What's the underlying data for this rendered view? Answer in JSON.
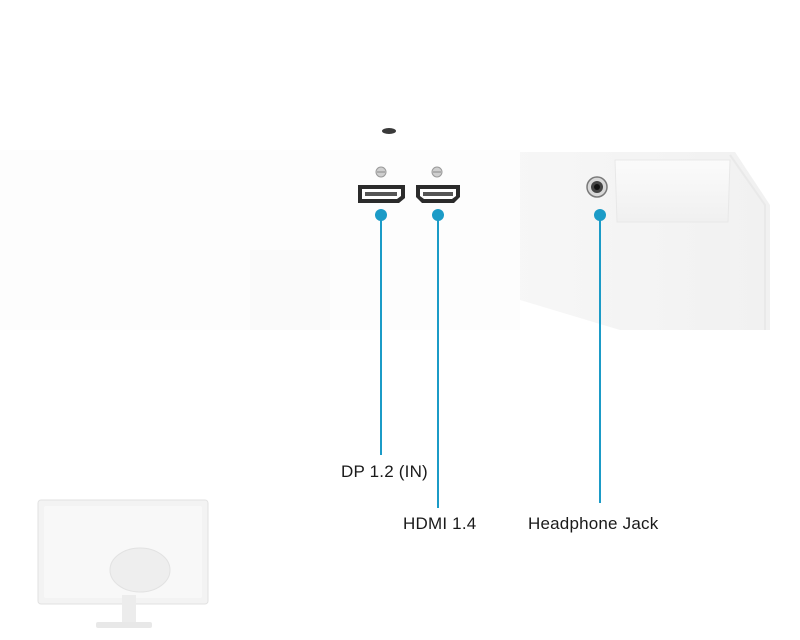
{
  "ports": [
    {
      "id": "dp",
      "label": "DP 1.2 (IN)",
      "icon": "displayport-icon"
    },
    {
      "id": "hdmi",
      "label": "HDMI 1.4",
      "icon": "hdmi-port-icon"
    },
    {
      "id": "headphone",
      "label": "Headphone Jack",
      "icon": "headphone-jack-icon"
    }
  ],
  "colors": {
    "callout_line": "#1b9bc7",
    "callout_dot": "#1b9bc7",
    "port_body": "#2b2b2b",
    "panel": "#f7f7f7",
    "panel_edge": "#e6e6e6",
    "label_text": "#1a1a1a"
  }
}
